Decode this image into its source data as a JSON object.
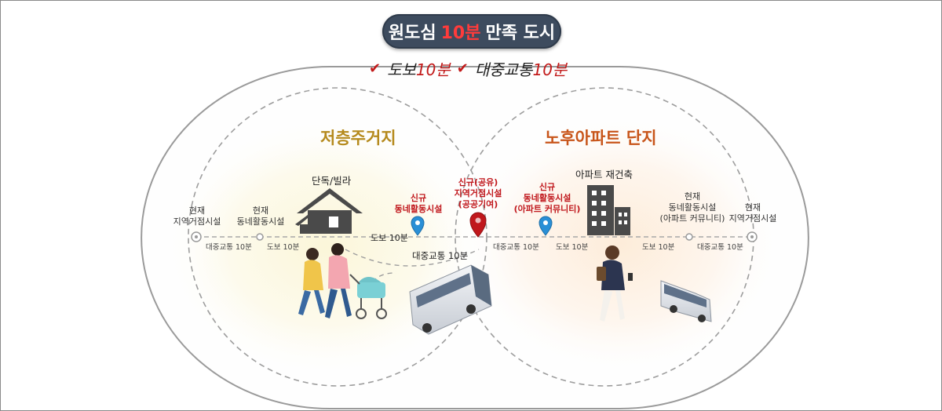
{
  "title": {
    "prefix": "원도심",
    "accent": "10분",
    "suffix": "만족 도시"
  },
  "subtitle": {
    "item1_prefix": "도보",
    "item1_accent": "10분",
    "item2_prefix": "대중교통",
    "item2_accent": "10분"
  },
  "zones": {
    "left": "저층주거지",
    "right": "노후아파트 단지"
  },
  "labels": {
    "left_outer_facility": [
      "현재",
      "지역거점시설"
    ],
    "left_inner_facility": [
      "현재",
      "동네활동시설"
    ],
    "house": "단독/빌라",
    "new_left": [
      "신규",
      "동네활동시설"
    ],
    "new_center": [
      "신규(공유)",
      "지역거점시설",
      "(공공기여)"
    ],
    "new_right": [
      "신규",
      "동네활동시설",
      "(아파트 커뮤니티)"
    ],
    "apartment": "아파트 재건축",
    "right_inner_facility": [
      "현재",
      "동네활동시설",
      "(아파트 커뮤니티)"
    ],
    "right_outer_facility": [
      "현재",
      "지역거점시설"
    ]
  },
  "line_labels": {
    "l_transit": "대중교통 10분",
    "l_walk": "도보 10분",
    "center_walk": "도보 10분",
    "center_transit": "대중교통 10분",
    "r_transit": "대중교통 10분",
    "r_walk": "도보 10분",
    "rr_walk": "도보 10분",
    "rr_transit": "대중교통 10분"
  },
  "colors": {
    "title_bg": "#3d4b5e",
    "accent_red": "#c21a1a",
    "left_zone_title": "#b58a1d",
    "right_zone_title": "#c8551a",
    "pin_blue": "#2a8fd6",
    "pin_red": "#c0171c",
    "icon_dark": "#4a4a4a"
  }
}
